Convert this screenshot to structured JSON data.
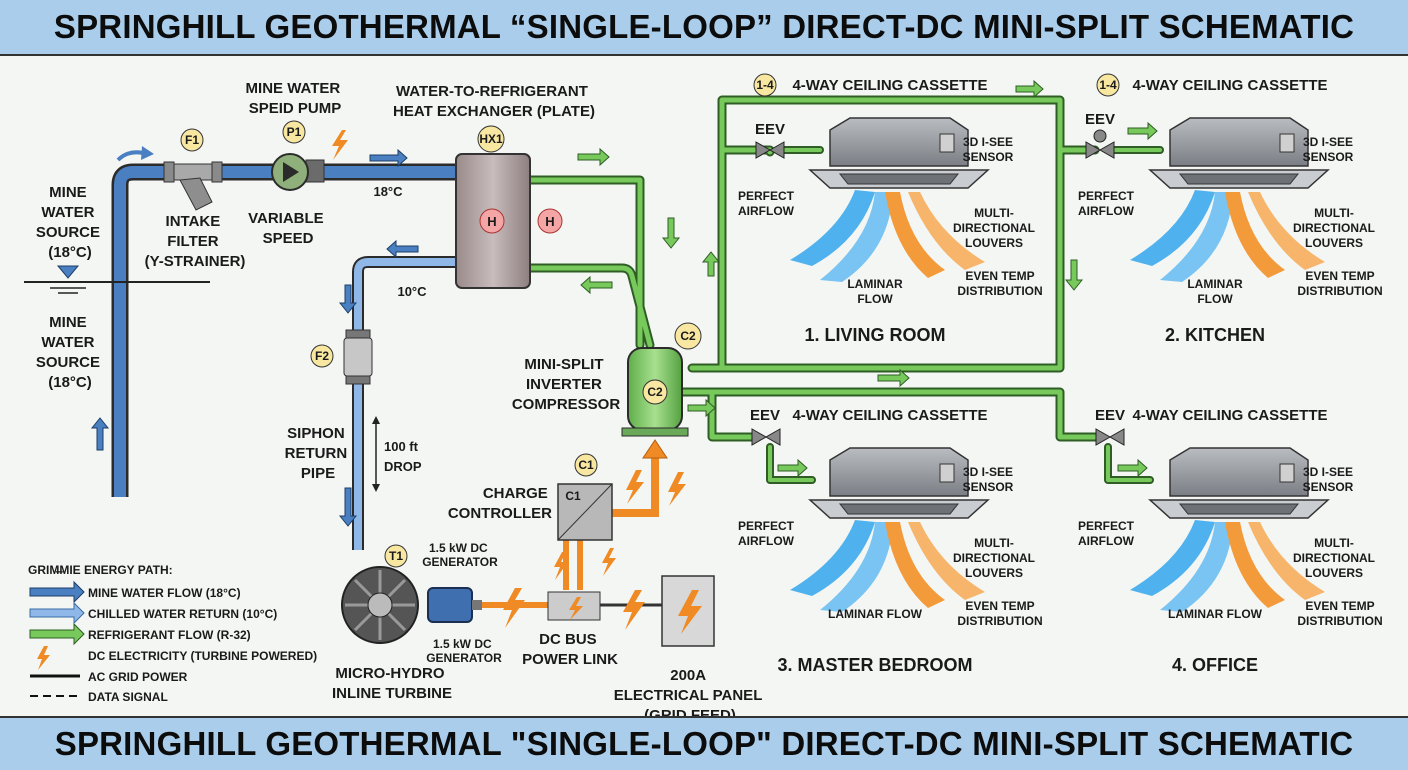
{
  "title_top": "SPRINGHILL GEOTHERMAL “SINGLE-LOOP” DIRECT-DC MINI-SPLIT SCHEMATIC",
  "title_bottom": "SPRINGHILL GEOTHERMAL \"SINGLE-LOOP\" DIRECT-DC MINI-SPLIT SCHEMATIC",
  "source": {
    "upper": [
      "MINE",
      "WATER",
      "SOURCE",
      "(18°C)"
    ],
    "lower": [
      "MINE",
      "WATER",
      "SOURCE",
      "(18°C)"
    ]
  },
  "filter1": {
    "tag": "F1",
    "label": [
      "INTAKE",
      "FILTER",
      "(Y-STRAINER)"
    ]
  },
  "pump": {
    "tag": "P1",
    "title": [
      "MINE WATER",
      "SPEID PUMP"
    ],
    "label": [
      "VARIABLE",
      "SPEED"
    ]
  },
  "hx": {
    "tag": "HX1",
    "title": [
      "WATER-TO-REFRIGERANT",
      "HEAT EXCHANGER (PLATE)"
    ],
    "h_mark": "H"
  },
  "temps": {
    "supply": "18°C",
    "return": "10°C"
  },
  "filter2": {
    "tag": "F2"
  },
  "siphon": {
    "label": [
      "SIPHON",
      "RETURN",
      "PIPE"
    ],
    "drop": [
      "100 ft",
      "DROP"
    ]
  },
  "turbine": {
    "tag": "T1",
    "gen_top": [
      "1.5 kW DC",
      "GENERATOR"
    ],
    "gen_bottom": [
      "1.5 kW DC",
      "GENERATOR"
    ],
    "label": [
      "MICRO-HYDRO",
      "INLINE TURBINE"
    ]
  },
  "compressor": {
    "tag": "C2",
    "label": [
      "MINI-SPLIT",
      "INVERTER",
      "COMPRESSOR"
    ]
  },
  "controller": {
    "tag": "C1",
    "label": [
      "CHARGE",
      "CONTROLLER"
    ]
  },
  "dcbus": {
    "label": [
      "DC BUS",
      "POWER LINK"
    ]
  },
  "panel": {
    "label": [
      "200A",
      "ELECTRICAL PANEL",
      "(GRID FEED)"
    ]
  },
  "eev_label": "EEV",
  "zone_tag": "1-4",
  "cassettes": [
    {
      "title": "4-WAY CEILING CASSETTE",
      "room": "1. LIVING ROOM",
      "sensor": [
        "3D I-SEE",
        "SENSOR"
      ],
      "airflow": [
        "PERFECT",
        "AIRFLOW"
      ],
      "louvers": [
        "MULTI-",
        "DIRECTIONAL",
        "LOUVERS"
      ],
      "laminar": [
        "LAMINAR",
        "FLOW"
      ],
      "even": [
        "EVEN TEMP",
        "DISTRIBUTION"
      ]
    },
    {
      "title": "4-WAY CEILING CASSETTE",
      "room": "2. KITCHEN",
      "sensor": [
        "3D I-SEE",
        "SENSOR"
      ],
      "airflow": [
        "PERFECT",
        "AIRFLOW"
      ],
      "louvers": [
        "MULTI-",
        "DIRECTIONAL",
        "LOUVERS"
      ],
      "laminar": [
        "LAMINAR",
        "FLOW"
      ],
      "even": [
        "EVEN TEMP",
        "DISTRIBUTION"
      ]
    },
    {
      "title": "4-WAY CEILING CASSETTE",
      "room": "3. MASTER BEDROOM",
      "sensor": [
        "3D I-SEE",
        "SENSOR"
      ],
      "airflow": [
        "PERFECT",
        "AIRFLOW"
      ],
      "louvers": [
        "MULTI-",
        "DIRECTIONAL",
        "LOUVERS"
      ],
      "laminar": [
        "LAMINAR FLOW"
      ],
      "even": [
        "EVEN TEMP",
        "DISTRIBUTION"
      ]
    },
    {
      "title": "4-WAY CEILING CASSETTE",
      "room": "4. OFFICE",
      "sensor": [
        "3D I-SEE",
        "SENSOR"
      ],
      "airflow": [
        "PERFECT",
        "AIRFLOW"
      ],
      "louvers": [
        "MULTI-",
        "DIRECTIONAL",
        "LOUVERS"
      ],
      "laminar": [
        "LAMINAR FLOW"
      ],
      "even": [
        "EVEN TEMP",
        "DISTRIBUTION"
      ]
    }
  ],
  "legend": {
    "title": "GRIM̶MIE ENERGY PATH:",
    "items": [
      {
        "label": "MINE WATER FLOW (18°C)",
        "kind": "blue-arrow"
      },
      {
        "label": "CHILLED WATER RETURN (10°C)",
        "kind": "lightblue-arrow"
      },
      {
        "label": "REFRIGERANT FLOW (R-32)",
        "kind": "green-arrow"
      },
      {
        "label": "DC ELECTRICITY (TURBINE POWERED)",
        "kind": "bolt"
      },
      {
        "label": "AC GRID POWER",
        "kind": "solid-line"
      },
      {
        "label": "DATA SIGNAL",
        "kind": "dashed-line"
      }
    ]
  },
  "colors": {
    "mine_water": "#4a7fc1",
    "chilled_return": "#8fb8e8",
    "refrigerant": "#76c95a",
    "dc_power": "#f08a24",
    "banner": "#a9cdea",
    "cool_air": "#4fb2ee",
    "warm_air": "#f39a3a"
  }
}
